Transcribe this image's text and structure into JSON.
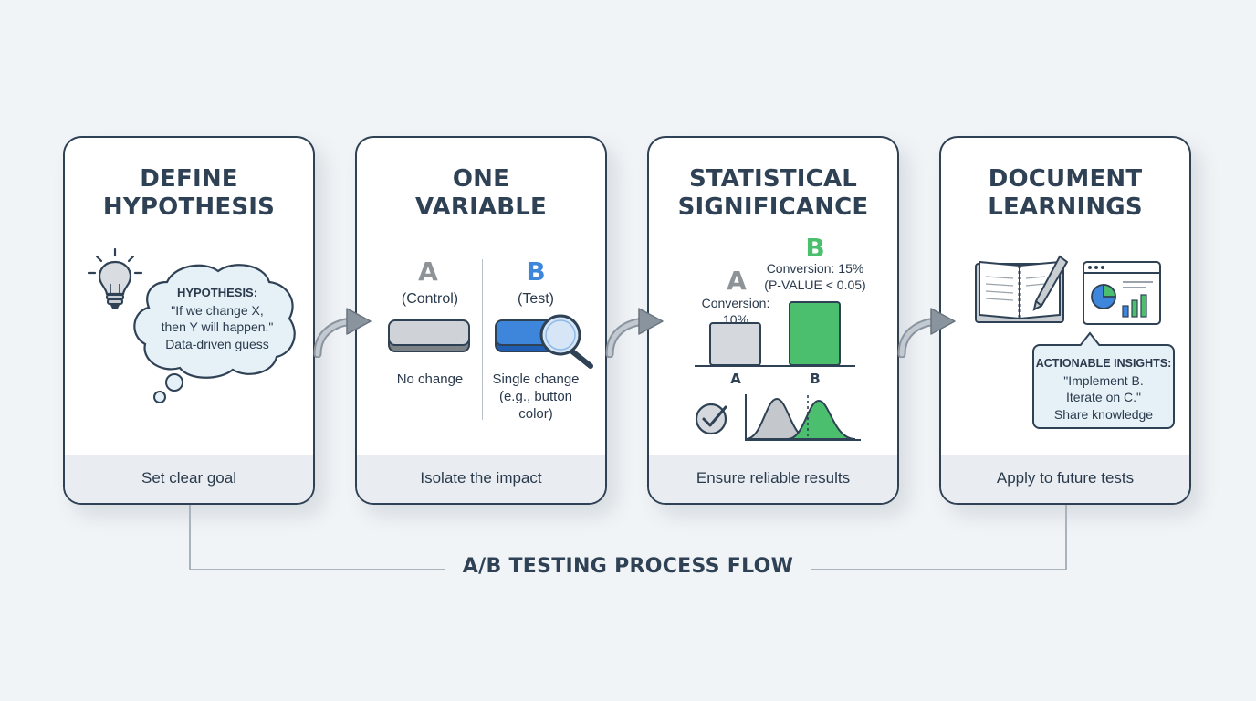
{
  "flow_title": "A/B TESTING PROCESS FLOW",
  "colors": {
    "card_border": "#2f4154",
    "footer_bg": "#e9edf1",
    "control_gray": "#8e9398",
    "test_blue": "#3d86dc",
    "significance_green": "#4cbf6e",
    "bubble_bg": "#e6f0f7"
  },
  "cards": [
    {
      "title_lines": [
        "DEFINE",
        "HYPOTHESIS"
      ],
      "footer": "Set clear goal",
      "icon": "lightbulb-icon",
      "bubble": {
        "heading": "HYPOTHESIS:",
        "line1": "\"If we change X,",
        "line2": "then Y will happen.\"",
        "line3": "Data-driven guess"
      }
    },
    {
      "title_lines": [
        "ONE",
        "VARIABLE"
      ],
      "footer": "Isolate the impact",
      "control": {
        "letter": "A",
        "label": "(Control)",
        "desc": "No change"
      },
      "test": {
        "letter": "B",
        "label": "(Test)",
        "desc_lines": [
          "Single change",
          "(e.g., button",
          "color)"
        ]
      }
    },
    {
      "title_lines": [
        "STATISTICAL",
        "SIGNIFICANCE"
      ],
      "footer": "Ensure reliable results",
      "bar_a": {
        "letter": "A",
        "label_line1": "Conversion:",
        "label_line2": "10%",
        "value": 10,
        "axis_label": "A"
      },
      "bar_b": {
        "letter": "B",
        "label_line1": "Conversion: 15%",
        "label_line2": "(P-VALUE < 0.05)",
        "value": 15,
        "axis_label": "B"
      }
    },
    {
      "title_lines": [
        "DOCUMENT",
        "LEARNINGS"
      ],
      "footer": "Apply to future tests",
      "insights": {
        "heading": "ACTIONABLE INSIGHTS:",
        "line1": "\"Implement B.",
        "line2": "Iterate on C.\"",
        "line3": "Share knowledge"
      }
    }
  ]
}
